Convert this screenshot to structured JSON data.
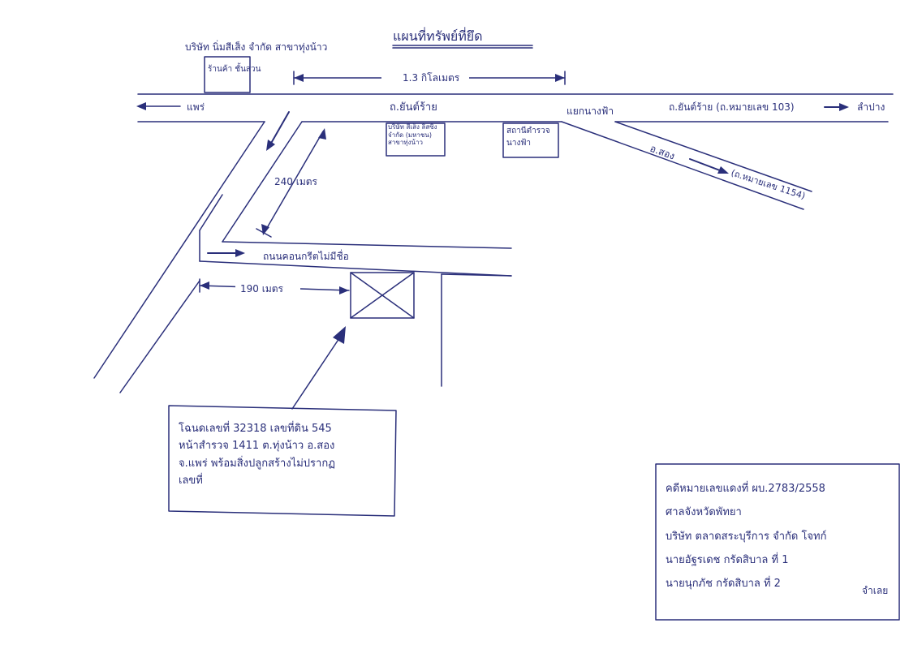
{
  "map_title": "แผนที่ทรัพย์ที่ยึด",
  "labels": {
    "company_top": "บริษัท นิ่มสีเส็ง จำกัด สาขาทุ่งน้าว",
    "shop": "ร้านค้า ชั้นส่วน",
    "dist_1_3km": "1.3 กิโลเมตร",
    "to_phrae": "แพร่",
    "road_main": "ถ.ยันต์ร้าย",
    "junction": "แยกนางฟ้า",
    "road_east": "ถ.ยันต์ร้าย (ถ.หมายเลข 103)",
    "to_lampang": "ลำปาง",
    "company_bottom": "บริษัท สีเส็ง ลิสซิ่ง จำกัด (มหาชน) สาขาทุ่งน้าว",
    "police": "สถานีตำรวจ นางฟ้า",
    "road_song": "อ.สอง",
    "road_1154": "(ถ.หมายเลข 1154)",
    "dist_240m": "240 เมตร",
    "concrete_road": "ถนนคอนกรีตไม่มีชื่อ",
    "dist_190m": "190 เมตร"
  },
  "property_box": {
    "lines": [
      "โฉนดเลขที่ 32318  เลขที่ดิน 545",
      "หน้าสำรวจ 1411 ต.ทุ่งน้าว อ.สอง",
      "จ.แพร่  พร้อมสิ่งปลูกสร้างไม่ปรากฏ",
      "เลขที่"
    ]
  },
  "case_box": {
    "lines": [
      "คดีหมายเลขแดงที่ ผบ.2783/2558",
      "ศาลจังหวัดพัทยา",
      "บริษัท ตลาดสระบุรีการ จำกัด  โจทก์",
      "นายอัฐรเดช  กรัดสิบาล ที่ 1",
      "นายนุกภัช  กรัดสิบาล ที่ 2"
    ],
    "side_label": "จำเลย"
  }
}
